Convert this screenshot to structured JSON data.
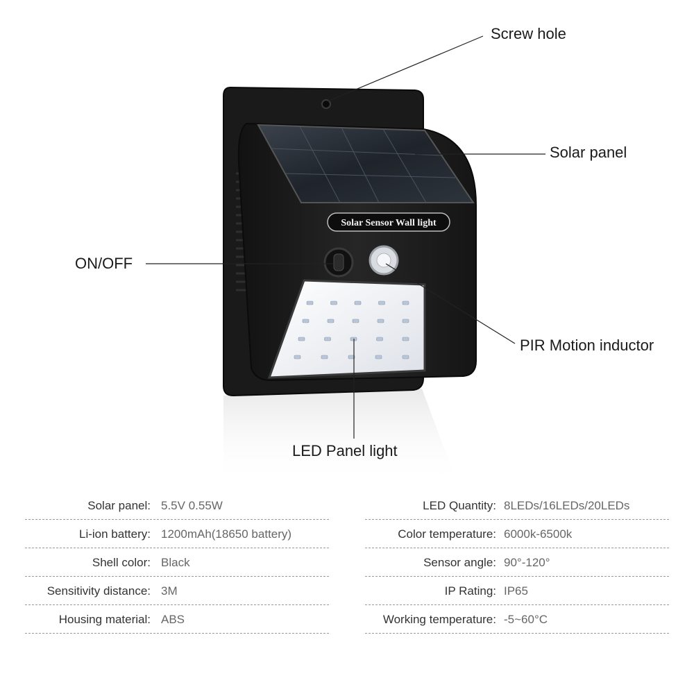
{
  "product": {
    "badge_text": "Solar Sensor Wall light",
    "led_rows": [
      5,
      5,
      5,
      5
    ]
  },
  "callouts": {
    "screw_hole": "Screw hole",
    "solar_panel": "Solar panel",
    "on_off": "ON/OFF",
    "pir": "PIR Motion inductor",
    "led_panel": "LED Panel light"
  },
  "specs": {
    "left": [
      {
        "label": "Solar panel:",
        "value": "5.5V 0.55W"
      },
      {
        "label": "Li-ion battery:",
        "value": "1200mAh(18650 battery)"
      },
      {
        "label": "Shell color:",
        "value": "Black"
      },
      {
        "label": "Sensitivity distance:",
        "value": "3M"
      },
      {
        "label": "Housing material:",
        "value": "ABS"
      }
    ],
    "right": [
      {
        "label": "LED Quantity:",
        "value": "8LEDs/16LEDs/20LEDs"
      },
      {
        "label": "Color temperature:",
        "value": "6000k-6500k"
      },
      {
        "label": "Sensor angle:",
        "value": "90°-120°"
      },
      {
        "label": "IP Rating:",
        "value": "IP65"
      },
      {
        "label": "Working temperature:",
        "value": "-5~60°C"
      }
    ]
  },
  "colors": {
    "housing": "#1c1c1c",
    "panel": "#2a3038",
    "led_panel": "#f2f4f7",
    "line": "#222222"
  }
}
